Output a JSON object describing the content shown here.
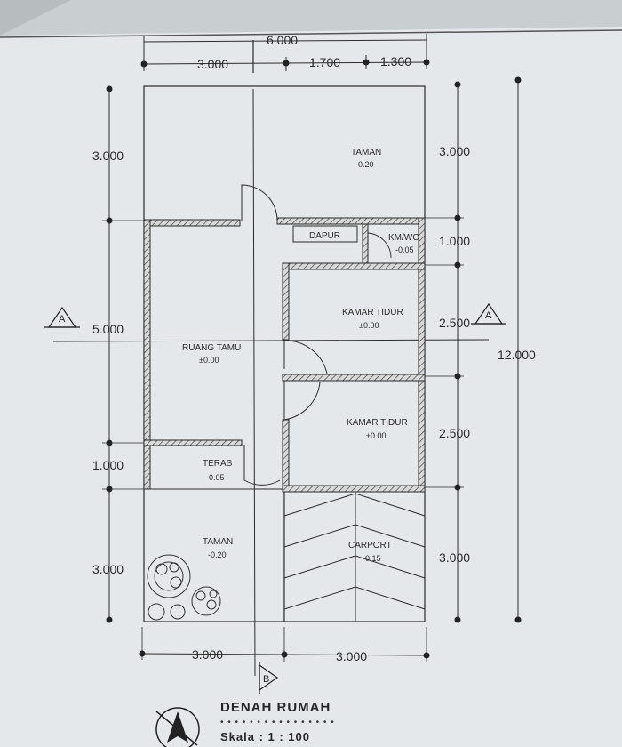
{
  "title": "DENAH RUMAH",
  "scale": "Skala : 1 : 100",
  "dimensions": {
    "top_total": "6.000",
    "top_left": "3.000",
    "top_mid": "1.700",
    "top_right": "1.300",
    "left_1": "3.000",
    "left_2": "5.000",
    "left_3": "1.000",
    "left_4": "3.000",
    "right_1": "3.000",
    "right_2": "1.000",
    "right_3": "2.500",
    "right_4": "2.500",
    "right_5": "3.000",
    "right_total": "12.000",
    "bottom_left": "3.000",
    "bottom_right": "3.000"
  },
  "rooms": {
    "taman_top": {
      "name": "TAMAN",
      "level": "-0.20"
    },
    "dapur": {
      "name": "DAPUR"
    },
    "kmwc": {
      "name": "KM/WC",
      "level": "-0.05"
    },
    "kamar_tidur_1": {
      "name": "KAMAR TIDUR",
      "level": "±0.00"
    },
    "ruang_tamu": {
      "name": "RUANG TAMU",
      "level": "±0.00"
    },
    "kamar_tidur_2": {
      "name": "KAMAR TIDUR",
      "level": "±0.00"
    },
    "teras": {
      "name": "TERAS",
      "level": "-0.05"
    },
    "taman_bottom": {
      "name": "TAMAN",
      "level": "-0.20"
    },
    "carport": {
      "name": "CARPORT",
      "level": "-0.15"
    }
  },
  "section_markers": {
    "left": "A",
    "right": "A",
    "bottom": "B"
  },
  "colors": {
    "paper": "#e4e8ea",
    "line": "#2b2b2b",
    "wall_fill": "#d8d8d8"
  }
}
